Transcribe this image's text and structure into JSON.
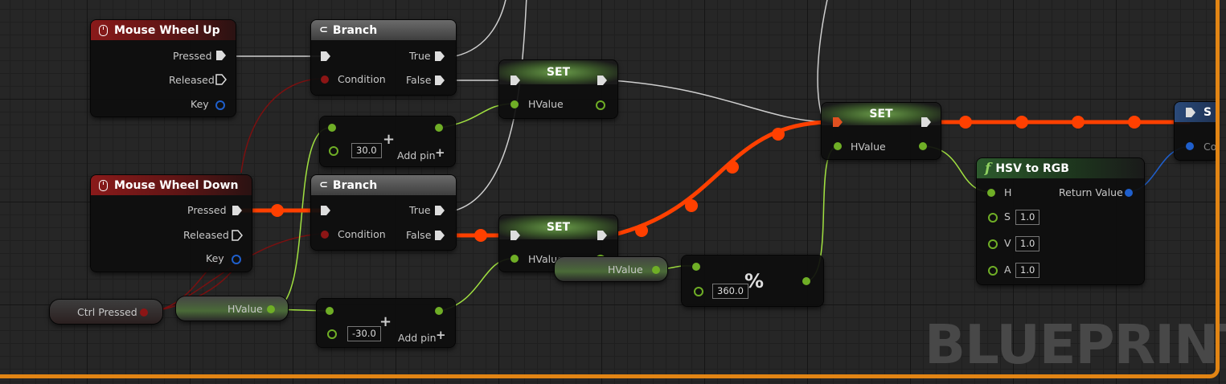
{
  "watermark": "BLUEPRINT",
  "colors": {
    "exec_wire": "#e0e0e0",
    "active_wire": "#ff4000",
    "float_wire": "#a0e040",
    "vector_wire": "#1f5fcc",
    "event_wire": "#7a1010",
    "frame": "#e28514"
  },
  "nodes": {
    "wheel_up": {
      "title": "Mouse Wheel Up",
      "pressed": "Pressed",
      "released": "Released",
      "key": "Key"
    },
    "wheel_down": {
      "title": "Mouse Wheel Down",
      "pressed": "Pressed",
      "released": "Released",
      "key": "Key"
    },
    "branch1": {
      "title": "Branch",
      "true_label": "True",
      "false_label": "False",
      "condition": "Condition"
    },
    "branch2": {
      "title": "Branch",
      "true_label": "True",
      "false_label": "False",
      "condition": "Condition"
    },
    "set1": {
      "title": "SET",
      "pin": "HValue"
    },
    "set2": {
      "title": "SET",
      "pin": "HValue"
    },
    "set3": {
      "title": "SET",
      "pin": "HValue"
    },
    "add1": {
      "value": "30.0",
      "add_pin": "Add pin"
    },
    "add2": {
      "value": "-30.0",
      "add_pin": "Add pin"
    },
    "mod": {
      "value": "360.0",
      "symbol": "%"
    },
    "hsv": {
      "title": "HSV to RGB",
      "h": "H",
      "s": "S",
      "v": "V",
      "a": "A",
      "s_val": "1.0",
      "v_val": "1.0",
      "a_val": "1.0",
      "ret": "Return Value"
    },
    "partial": {
      "title": "S",
      "pin": "Colo"
    }
  },
  "vars": {
    "ctrl": "Ctrl Pressed",
    "hvalue1": "HValue",
    "hvalue2": "HValue"
  },
  "icons": {
    "event": "mouse-icon",
    "branch": "branch-icon",
    "function": "function-icon"
  }
}
